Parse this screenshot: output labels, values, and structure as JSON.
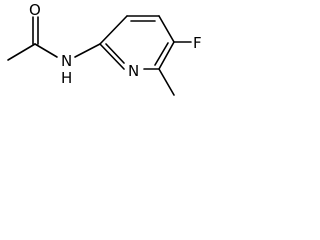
{
  "molecule": {
    "atom_labels": {
      "oxygen": "O",
      "amide_nitrogen": "N",
      "amide_hydrogen": "H",
      "ring_nitrogen": "N",
      "fluorine": "F"
    }
  }
}
